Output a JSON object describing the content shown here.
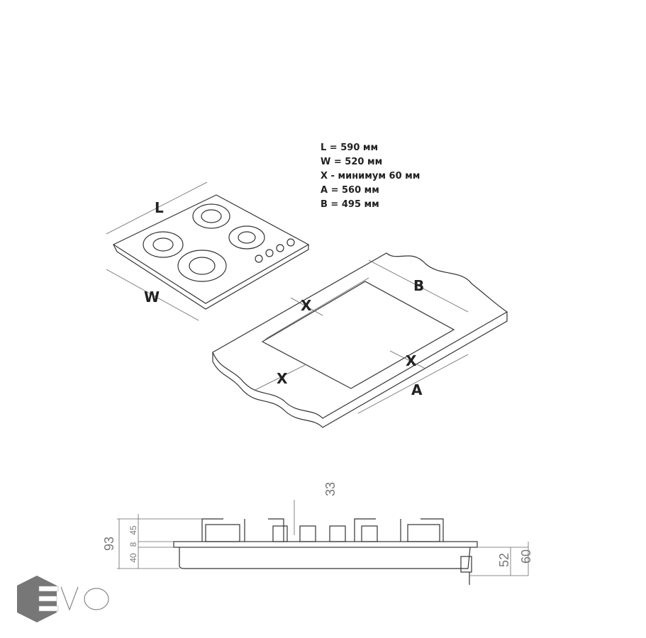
{
  "specs": [
    "L = 590 мм",
    "W = 520 мм",
    "X - минимум 60 мм",
    "A = 560 мм",
    "B = 495 мм"
  ],
  "top_view": {
    "length_label": "L",
    "width_label": "W"
  },
  "cutout": {
    "gap_label": "X",
    "a_label": "A",
    "b_label": "B"
  },
  "side_view": {
    "total_height": "93",
    "h_top": "45",
    "h_glass": "8",
    "h_body": "40",
    "knob_height": "33",
    "depth_body": "52",
    "depth_total": "60"
  },
  "logo": {
    "text": "EVO",
    "color": "#777777"
  }
}
